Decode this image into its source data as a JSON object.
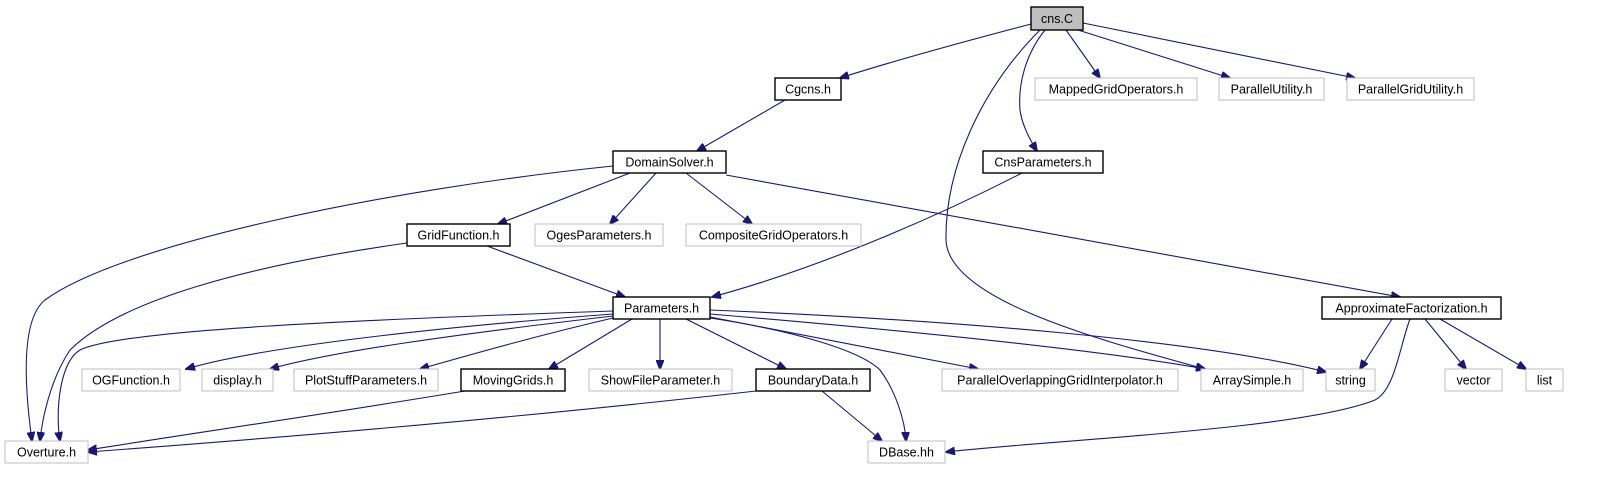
{
  "graph": {
    "nodes": [
      {
        "id": "cns_c",
        "label": "cns.C",
        "kind": "root"
      },
      {
        "id": "cgcns_h",
        "label": "Cgcns.h",
        "kind": "doc"
      },
      {
        "id": "mappedgridoperators_h",
        "label": "MappedGridOperators.h",
        "kind": "ext"
      },
      {
        "id": "parallelutility_h",
        "label": "ParallelUtility.h",
        "kind": "ext"
      },
      {
        "id": "parallelgridutility_h",
        "label": "ParallelGridUtility.h",
        "kind": "ext"
      },
      {
        "id": "domainsolver_h",
        "label": "DomainSolver.h",
        "kind": "doc"
      },
      {
        "id": "cnsparameters_h",
        "label": "CnsParameters.h",
        "kind": "doc"
      },
      {
        "id": "gridfunction_h",
        "label": "GridFunction.h",
        "kind": "doc"
      },
      {
        "id": "ogesparameters_h",
        "label": "OgesParameters.h",
        "kind": "ext"
      },
      {
        "id": "compositegridoperators_h",
        "label": "CompositeGridOperators.h",
        "kind": "ext"
      },
      {
        "id": "parameters_h",
        "label": "Parameters.h",
        "kind": "doc"
      },
      {
        "id": "approximatefactorization_h",
        "label": "ApproximateFactorization.h",
        "kind": "doc"
      },
      {
        "id": "ogfunction_h",
        "label": "OGFunction.h",
        "kind": "ext"
      },
      {
        "id": "display_h",
        "label": "display.h",
        "kind": "ext"
      },
      {
        "id": "plotstuffparameters_h",
        "label": "PlotStuffParameters.h",
        "kind": "ext"
      },
      {
        "id": "movinggrids_h",
        "label": "MovingGrids.h",
        "kind": "doc"
      },
      {
        "id": "showfileparameter_h",
        "label": "ShowFileParameter.h",
        "kind": "ext"
      },
      {
        "id": "boundarydata_h",
        "label": "BoundaryData.h",
        "kind": "doc"
      },
      {
        "id": "paralleloverlappinggridinterpolator_h",
        "label": "ParallelOverlappingGridInterpolator.h",
        "kind": "ext"
      },
      {
        "id": "arraysimple_h",
        "label": "ArraySimple.h",
        "kind": "ext"
      },
      {
        "id": "string",
        "label": "string",
        "kind": "ext"
      },
      {
        "id": "vector",
        "label": "vector",
        "kind": "ext"
      },
      {
        "id": "list",
        "label": "list",
        "kind": "ext"
      },
      {
        "id": "overture_h",
        "label": "Overture.h",
        "kind": "ext"
      },
      {
        "id": "dbase_hh",
        "label": "DBase.hh",
        "kind": "ext"
      }
    ],
    "edges": [
      [
        "cns_c",
        "cgcns_h"
      ],
      [
        "cns_c",
        "cnsparameters_h"
      ],
      [
        "cns_c",
        "mappedgridoperators_h"
      ],
      [
        "cns_c",
        "parallelutility_h"
      ],
      [
        "cns_c",
        "parallelgridutility_h"
      ],
      [
        "cns_c",
        "arraysimple_h"
      ],
      [
        "cgcns_h",
        "domainsolver_h"
      ],
      [
        "domainsolver_h",
        "overture_h"
      ],
      [
        "domainsolver_h",
        "gridfunction_h"
      ],
      [
        "domainsolver_h",
        "ogesparameters_h"
      ],
      [
        "domainsolver_h",
        "compositegridoperators_h"
      ],
      [
        "domainsolver_h",
        "approximatefactorization_h"
      ],
      [
        "cnsparameters_h",
        "parameters_h"
      ],
      [
        "gridfunction_h",
        "overture_h"
      ],
      [
        "gridfunction_h",
        "parameters_h"
      ],
      [
        "parameters_h",
        "overture_h"
      ],
      [
        "parameters_h",
        "ogfunction_h"
      ],
      [
        "parameters_h",
        "display_h"
      ],
      [
        "parameters_h",
        "plotstuffparameters_h"
      ],
      [
        "parameters_h",
        "movinggrids_h"
      ],
      [
        "parameters_h",
        "showfileparameter_h"
      ],
      [
        "parameters_h",
        "boundarydata_h"
      ],
      [
        "parameters_h",
        "dbase_hh"
      ],
      [
        "parameters_h",
        "paralleloverlappinggridinterpolator_h"
      ],
      [
        "parameters_h",
        "arraysimple_h"
      ],
      [
        "parameters_h",
        "string"
      ],
      [
        "approximatefactorization_h",
        "string"
      ],
      [
        "approximatefactorization_h",
        "vector"
      ],
      [
        "approximatefactorization_h",
        "list"
      ],
      [
        "approximatefactorization_h",
        "dbase_hh"
      ],
      [
        "movinggrids_h",
        "overture_h"
      ],
      [
        "boundarydata_h",
        "overture_h"
      ],
      [
        "boundarydata_h",
        "dbase_hh"
      ]
    ]
  }
}
